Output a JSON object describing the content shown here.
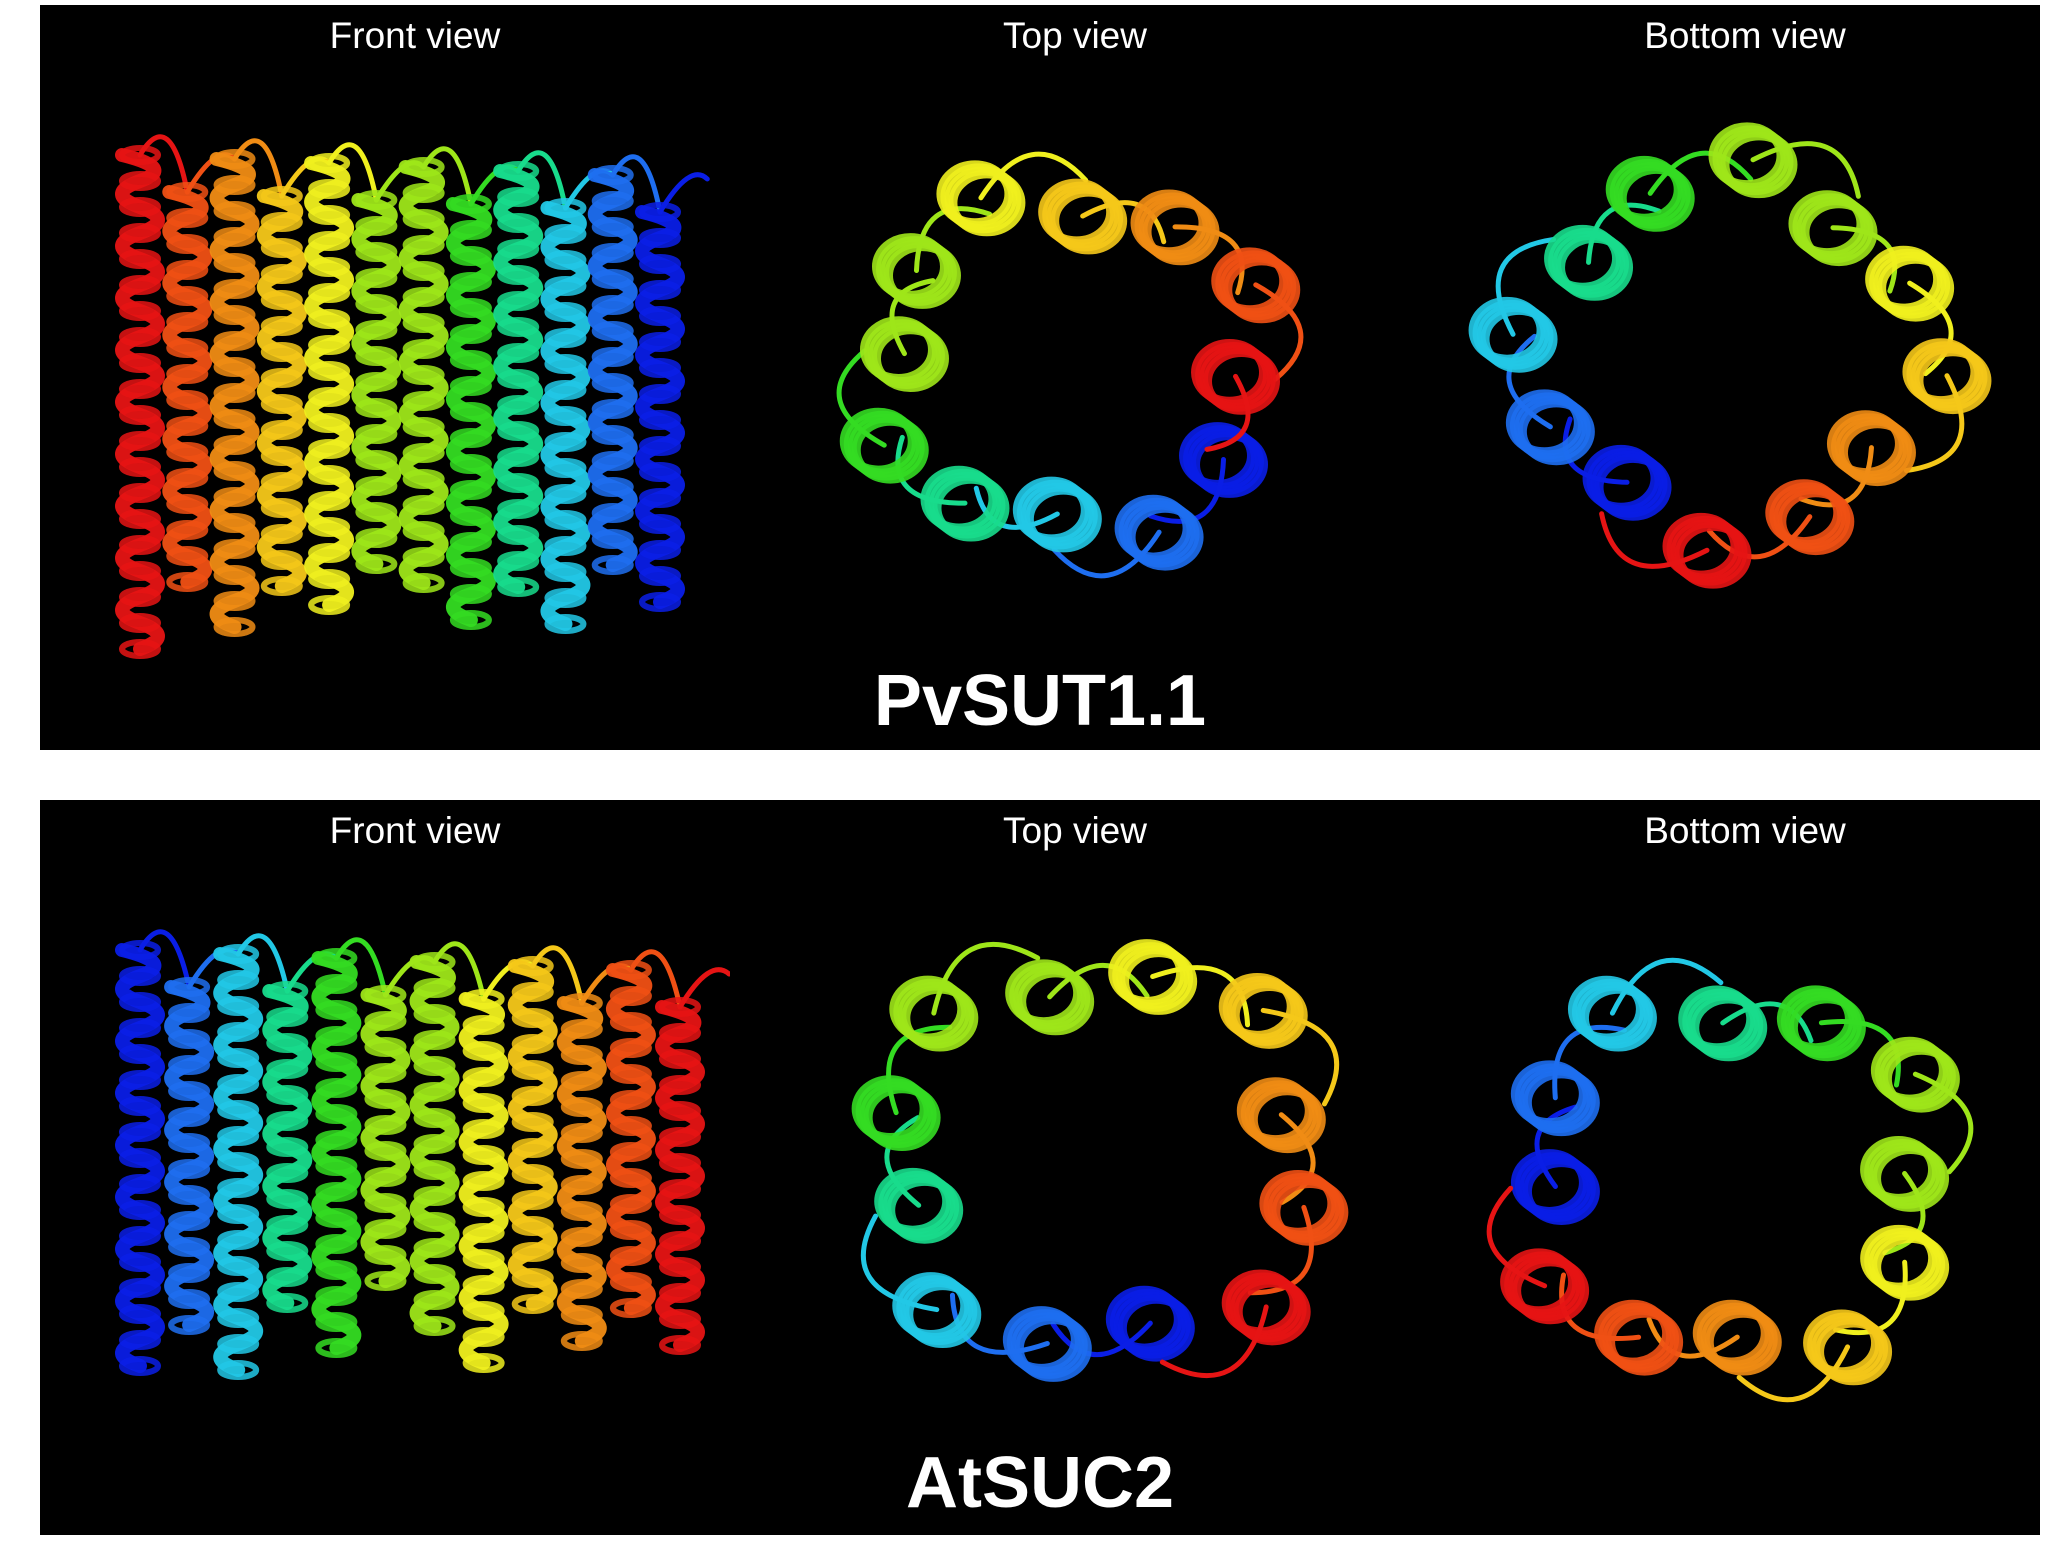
{
  "panels": [
    {
      "name": "PvSUT1.1",
      "views": [
        "Front view",
        "Top view",
        "Bottom view"
      ]
    },
    {
      "name": "AtSUC2",
      "views": [
        "Front view",
        "Top view",
        "Bottom view"
      ]
    }
  ],
  "colors": {
    "background": "#000000",
    "rainbow": [
      "#0a1ee6",
      "#1e6ef0",
      "#22c8e6",
      "#18dc8c",
      "#34dc22",
      "#9ee619",
      "#f0f01e",
      "#f5c819",
      "#f08c14",
      "#f05014",
      "#e61414"
    ]
  }
}
